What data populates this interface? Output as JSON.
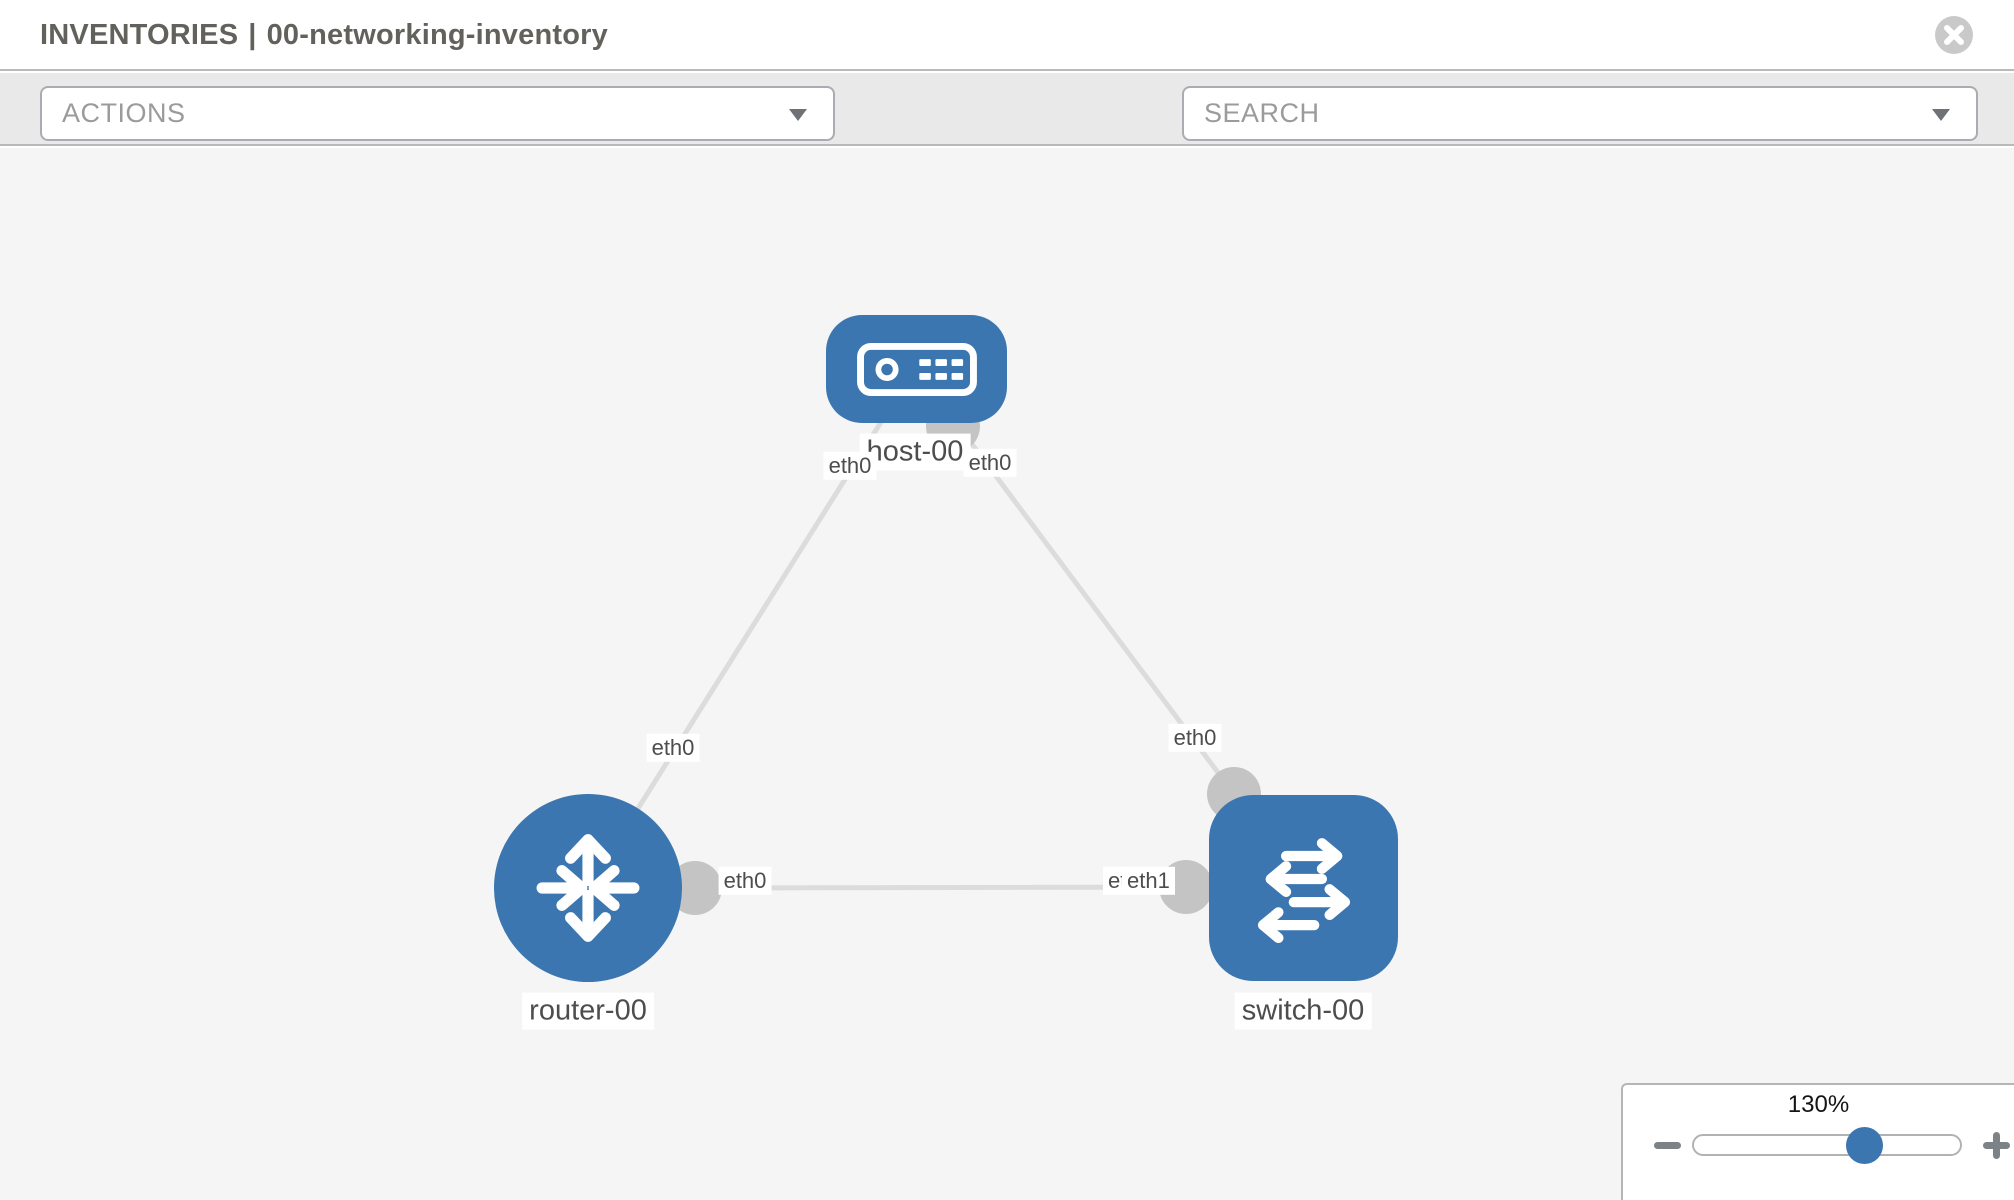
{
  "header": {
    "title_primary": "INVENTORIES",
    "title_separator": "|",
    "title_secondary": "00-networking-inventory"
  },
  "toolbar": {
    "actions_placeholder": "ACTIONS",
    "search_placeholder": "SEARCH"
  },
  "icons": {
    "close": "x-circle",
    "wrench": "wrench",
    "key": "key",
    "actions_caret": "chevron-down",
    "search_caret": "chevron-down",
    "zoom_out": "minus",
    "zoom_in": "plus"
  },
  "colors": {
    "node_blue": "#3b76b0",
    "port_gray": "#c4c4c4",
    "link_gray": "#dcdcdc",
    "canvas_bg": "#f5f5f5",
    "toolbar_bg": "#e9e9e9",
    "label_text": "#4d4d4d"
  },
  "topology": {
    "nodes": [
      {
        "id": "host-00",
        "type": "host",
        "label": "host-00"
      },
      {
        "id": "router-00",
        "type": "router",
        "label": "router-00"
      },
      {
        "id": "switch-00",
        "type": "switch",
        "label": "switch-00"
      }
    ],
    "links": [
      {
        "from": "router-00",
        "to": "host-00",
        "from_label": "eth0",
        "to_label": "eth0"
      },
      {
        "from": "host-00",
        "to": "switch-00",
        "from_label": "eth0",
        "to_label": "eth0"
      },
      {
        "from": "router-00",
        "to": "switch-00",
        "from_label": "eth0",
        "to_label": "eth1"
      }
    ]
  },
  "zoom_control": {
    "value_label": "130%",
    "percent": 130
  }
}
